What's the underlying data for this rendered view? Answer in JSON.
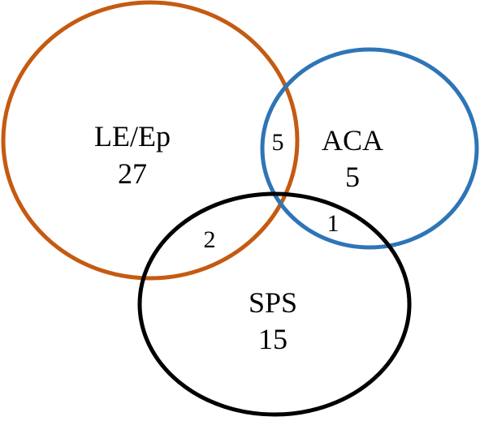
{
  "sets": [
    {
      "id": "le",
      "name": "LE/Ep",
      "count": "27",
      "color": "#C55A11"
    },
    {
      "id": "aca",
      "name": "ACA",
      "count": "5",
      "color": "#2E75B6"
    },
    {
      "id": "sps",
      "name": "SPS",
      "count": "15",
      "color": "#000000"
    }
  ],
  "overlaps": {
    "le_aca": "5",
    "le_sps": "2",
    "aca_sps": "1"
  }
}
